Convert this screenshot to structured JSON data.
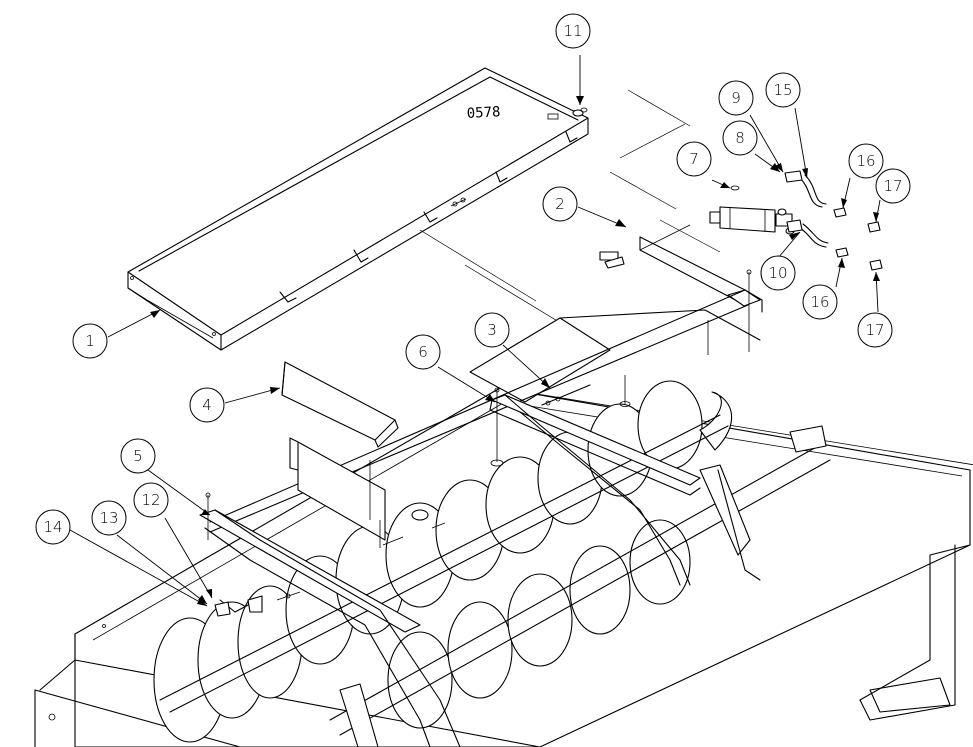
{
  "drawing": {
    "stamp": "0578"
  },
  "callouts": [
    {
      "id": "c1",
      "label": "1"
    },
    {
      "id": "c2",
      "label": "2"
    },
    {
      "id": "c3",
      "label": "3"
    },
    {
      "id": "c4",
      "label": "4"
    },
    {
      "id": "c5",
      "label": "5"
    },
    {
      "id": "c6",
      "label": "6"
    },
    {
      "id": "c7",
      "label": "7"
    },
    {
      "id": "c8",
      "label": "8"
    },
    {
      "id": "c9",
      "label": "9"
    },
    {
      "id": "c10",
      "label": "10"
    },
    {
      "id": "c11",
      "label": "11"
    },
    {
      "id": "c12",
      "label": "12"
    },
    {
      "id": "c13",
      "label": "13"
    },
    {
      "id": "c14",
      "label": "14"
    },
    {
      "id": "c15",
      "label": "15"
    },
    {
      "id": "c16a",
      "label": "16"
    },
    {
      "id": "c16b",
      "label": "16"
    },
    {
      "id": "c17a",
      "label": "17"
    },
    {
      "id": "c17b",
      "label": "17"
    }
  ]
}
